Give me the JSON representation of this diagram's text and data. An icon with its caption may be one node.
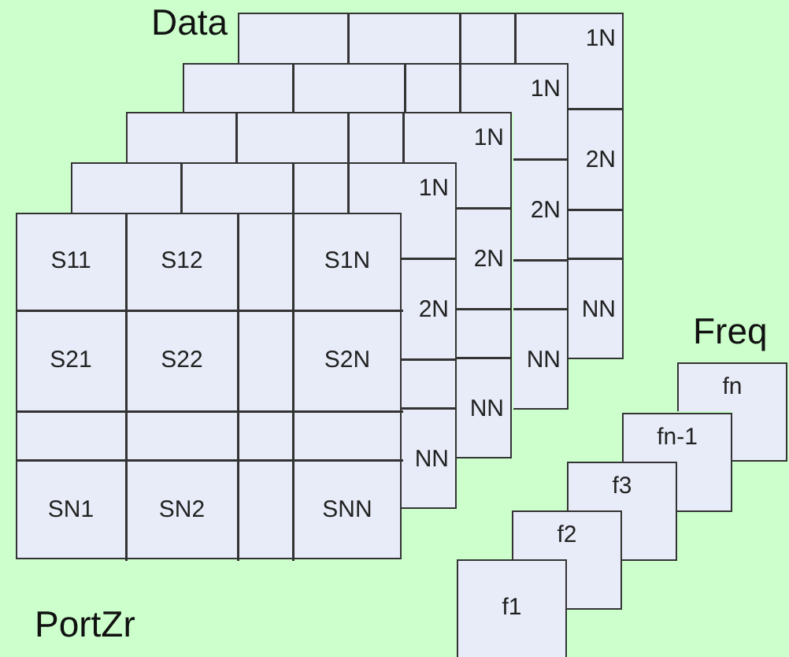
{
  "diagram": {
    "nodes": [
      {
        "text": [
          "1N",
          "2N",
          "NN"
        ]
      },
      {
        "text": [
          "1N",
          "2N",
          "NN"
        ]
      },
      {
        "text": [
          "1N",
          "2N",
          "NN"
        ]
      },
      {
        "text": [
          "1N",
          "2N",
          "NN"
        ]
      },
      {
        "text": [
          "S11",
          "S12",
          "S1N",
          "S21",
          "S22",
          "S2N",
          "SN1",
          "SN2",
          "SNN"
        ]
      },
      {
        "text": [
          "fn"
        ]
      },
      {
        "text": [
          "fn-1"
        ]
      },
      {
        "text": [
          "f3"
        ]
      },
      {
        "text": [
          "f2"
        ]
      },
      {
        "text": [
          "f1"
        ]
      }
    ],
    "edges": [],
    "labels": [
      "Data",
      "Freq",
      "PortZr"
    ]
  }
}
